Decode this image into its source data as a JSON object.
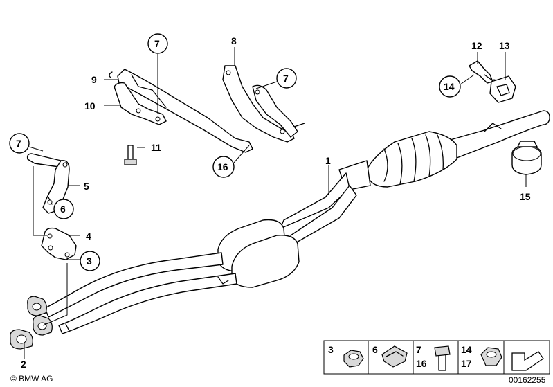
{
  "callouts": {
    "c1": "1",
    "c2": "2",
    "c3": "3",
    "c4": "4",
    "c5": "5",
    "c6": "6",
    "c7a": "7",
    "c7b": "7",
    "c7c": "7",
    "c8": "8",
    "c9": "9",
    "c10": "10",
    "c11": "11",
    "c12": "12",
    "c13": "13",
    "c14": "14",
    "c15": "15",
    "c16": "16"
  },
  "legend": {
    "l3": "3",
    "l6": "6",
    "l7": "7",
    "l16": "16",
    "l14": "14",
    "l17": "17"
  },
  "footer": {
    "copyright": "© BMW AG",
    "diagram_id": "00162255"
  },
  "icons": {
    "arrow": "next-arrow-icon"
  }
}
